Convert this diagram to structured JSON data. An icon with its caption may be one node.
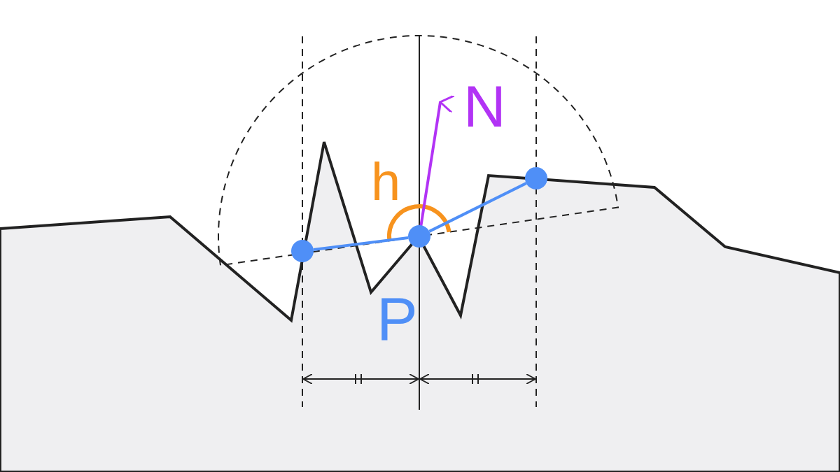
{
  "diagram": {
    "nodes": [
      {
        "text": [],
        "shape": "circle"
      },
      {
        "text": [],
        "shape": "circle",
        "beside": [
          "P"
        ]
      },
      {
        "text": [],
        "shape": "circle"
      }
    ],
    "edges": [
      {
        "from": 0,
        "to": 1,
        "arrow": "none"
      },
      {
        "from": 1,
        "to": 2,
        "arrow": "none"
      }
    ],
    "labels": [
      "h",
      "N"
    ]
  }
}
